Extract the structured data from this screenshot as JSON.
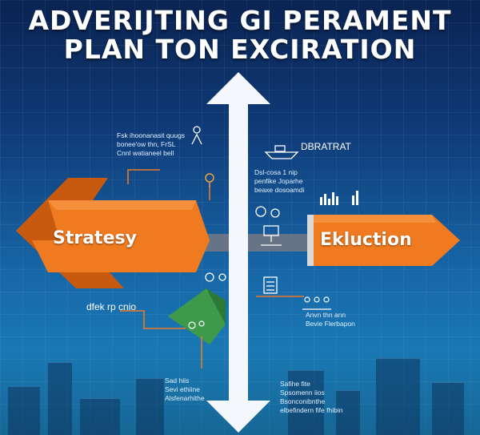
{
  "title": {
    "line1": "ADVERIJTING GI PERAMENT",
    "line2": "PLAN  TON EXCIRATION"
  },
  "left_block": {
    "label": "Stratesy"
  },
  "right_block": {
    "label": "Ekluction"
  },
  "right_header": {
    "label": "DBRATRAT"
  },
  "notes": {
    "top_left": "Fsk ihoonanasit quugs\nbonee'ow thn, FrSL\nCnnl watianeel bell",
    "mid_right": "Dsl-cosa 1 nip\npenfike Joparhe\nbeaxe dosoamdi",
    "lower_left": "dfek rp cnio",
    "lower_right": "Anvn thn ann\nBevie Flerbapon",
    "bottom_left": "Sad hiis\nSevi ethiine\nAlsfenarhithe",
    "bottom_right": "Safihe fite\nSpsomenn iios\nBsonconibnthe\nelbefindern fife fhibin"
  },
  "colors": {
    "orange": "#f07a1f",
    "orange_dark": "#c85a10",
    "arrow_white": "#f4f7fb",
    "gray_band": "#6c7586",
    "green": "#3d9a4a",
    "line": "#e87a2a"
  },
  "icons": [
    "person-icon",
    "lightbulb-icon",
    "ship-icon",
    "gear-icon",
    "clipboard-icon",
    "chart-icon",
    "people-icon",
    "robot-icon"
  ]
}
